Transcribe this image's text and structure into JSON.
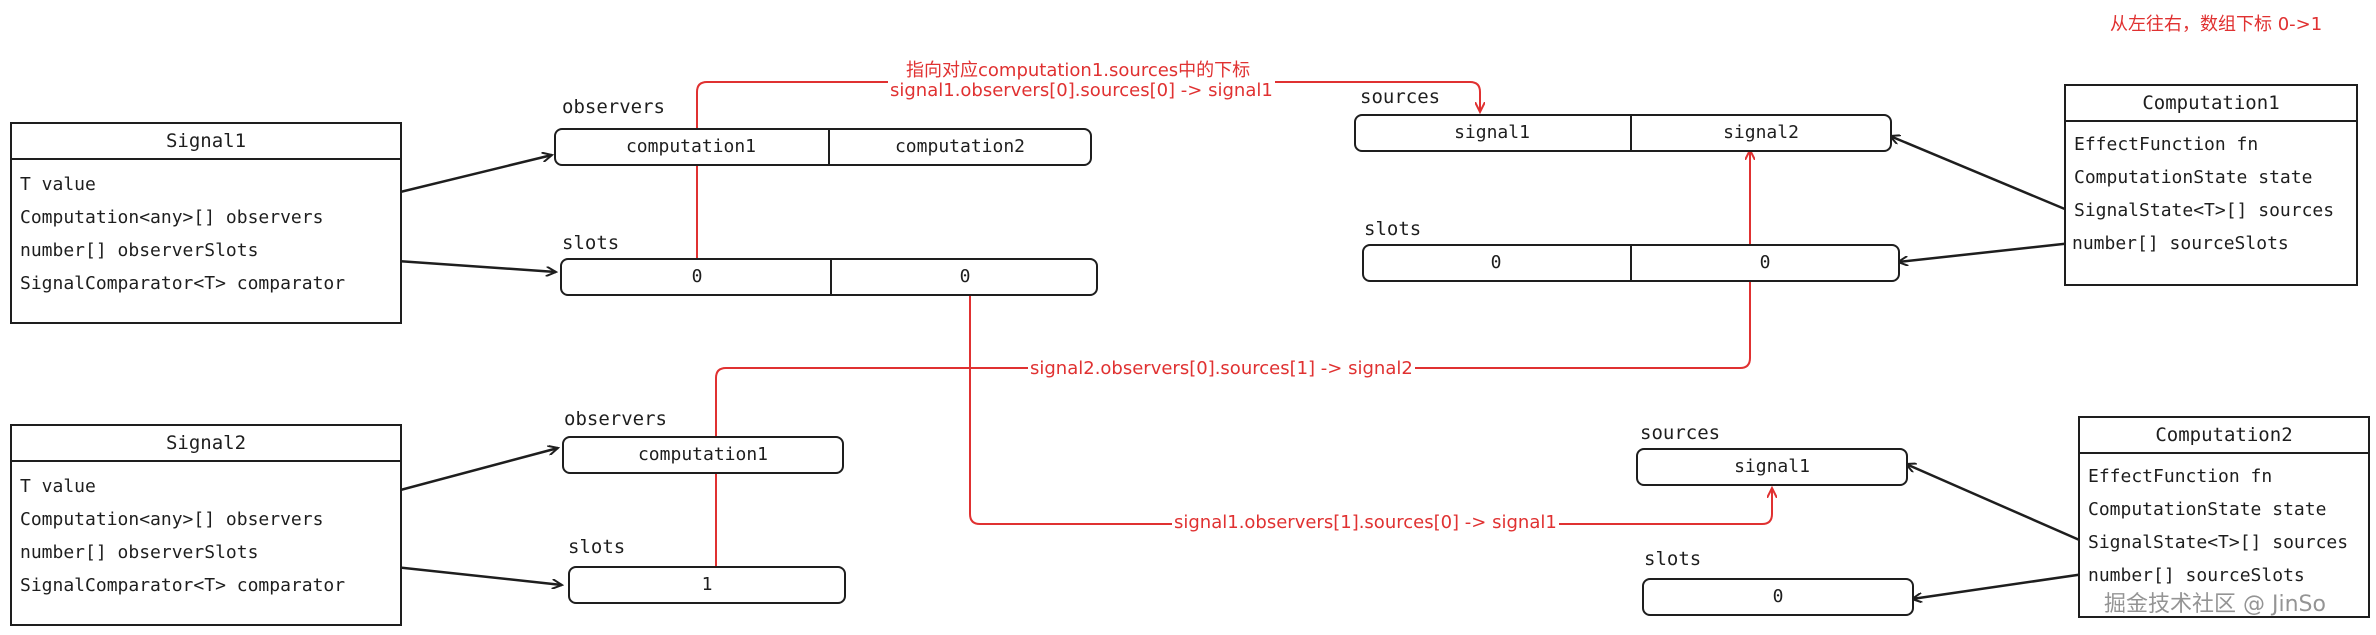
{
  "note": "从左往右，数组下标 0->1",
  "signal1": {
    "title": "Signal1",
    "fields": [
      "T value",
      "Computation<any>[] observers",
      "number[] observerSlots",
      "SignalComparator<T> comparator"
    ],
    "observers_label": "observers",
    "observers": [
      "computation1",
      "computation2"
    ],
    "slots_label": "slots",
    "slots": [
      "0",
      "0"
    ]
  },
  "signal2": {
    "title": "Signal2",
    "fields": [
      "T value",
      "Computation<any>[] observers",
      "number[] observerSlots",
      "SignalComparator<T> comparator"
    ],
    "observers_label": "observers",
    "observers": [
      "computation1"
    ],
    "slots_label": "slots",
    "slots": [
      "1"
    ]
  },
  "computation1": {
    "title": "Computation1",
    "fields": [
      "EffectFunction fn",
      "ComputationState state",
      "SignalState<T>[] sources",
      "number[] sourceSlots"
    ],
    "sources_label": "sources",
    "sources": [
      "signal1",
      "signal2"
    ],
    "slots_label": "slots",
    "slots": [
      "0",
      "0"
    ]
  },
  "computation2": {
    "title": "Computation2",
    "fields": [
      "EffectFunction fn",
      "ComputationState state",
      "SignalState<T>[] sources",
      "number[] sourceSlots"
    ],
    "sources_label": "sources",
    "sources": [
      "signal1"
    ],
    "slots_label": "slots",
    "slots": [
      "0"
    ]
  },
  "annotations": {
    "a1_line1": "指向对应computation1.sources中的下标",
    "a1_line2": "signal1.observers[0].sources[0] -> signal1",
    "a2": "signal2.observers[0].sources[1] -> signal2",
    "a3": "signal1.observers[1].sources[0] -> signal1"
  },
  "watermark": "掘金技术社区 @ JinSo",
  "colors": {
    "ink": "#1e1e1e",
    "annotation": "#e03131"
  }
}
